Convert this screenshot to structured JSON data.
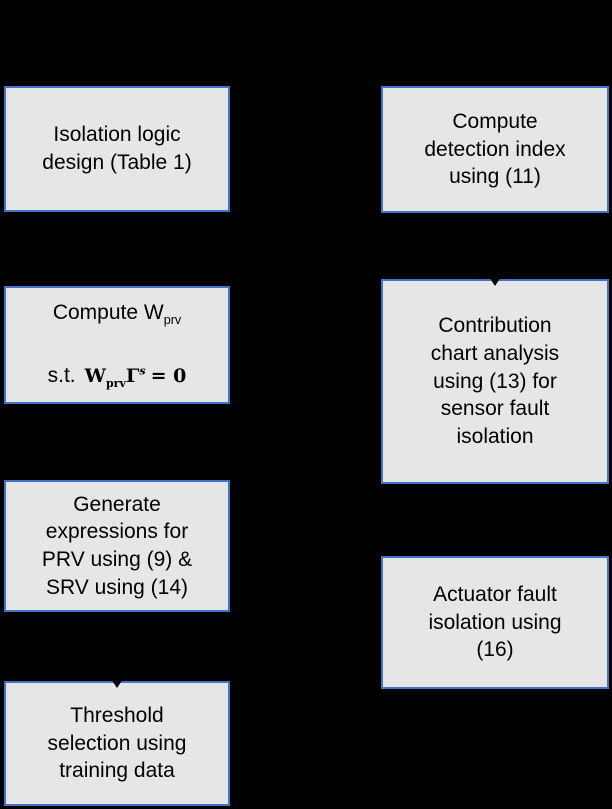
{
  "colors": {
    "background": "#000000",
    "box_fill": "#e7e6e6",
    "box_border": "#4472c4",
    "text": "#000000",
    "arrow": "#000000"
  },
  "left_column": {
    "box1": {
      "text": "Isolation logic\ndesign (Table 1)"
    },
    "box2": {
      "line1_text": "Compute W",
      "line1_sub": "prv",
      "line2_prefix": "s.t.",
      "math_w": "W",
      "math_w_sub": "prv",
      "math_gamma": "Γ",
      "math_gamma_sup": "s",
      "math_equals": "=",
      "math_zero": "0"
    },
    "box3": {
      "text": "Generate\nexpressions for\nPRV using (9) &\nSRV using (14)"
    },
    "box4": {
      "text": "Threshold\nselection using\ntraining data"
    }
  },
  "right_column": {
    "box1": {
      "text": "Compute\ndetection index\nusing (11)"
    },
    "box2": {
      "text": "Contribution\nchart analysis\nusing (13) for\nsensor fault\nisolation"
    },
    "box3": {
      "text": "Actuator fault\nisolation using\n(16)"
    }
  }
}
